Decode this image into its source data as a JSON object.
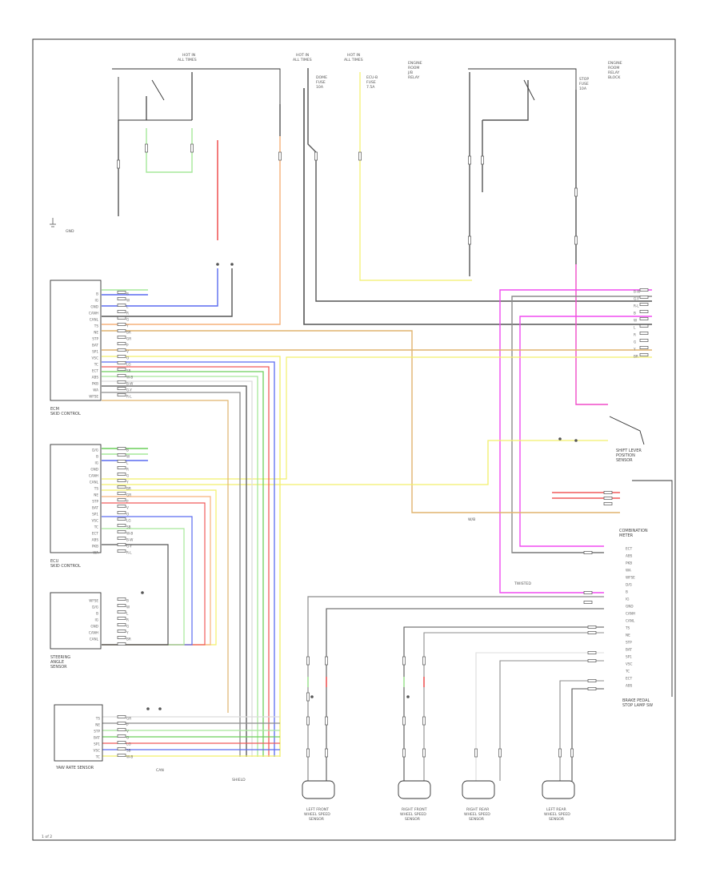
{
  "colors": {
    "black": "#555555",
    "grey": "#8c8c8c",
    "red": "#f05a5a",
    "green": "#6ccf5a",
    "blue": "#5a6cf0",
    "yellow": "#f2ef6a",
    "orange": "#f6b27a",
    "tan": "#e0b46e",
    "pink": "#f04cc8",
    "magenta": "#f04cf0",
    "white": "#dcdcdc",
    "lightgreen": "#a6e89a"
  },
  "icons": [
    "connector-icon",
    "ground-icon",
    "splice-icon",
    "switch-icon",
    "sensor-icon"
  ],
  "hot_labels": [
    {
      "l1": "HOT IN",
      "l2": "ALL TIMES"
    },
    {
      "l1": "HOT IN",
      "l2": "ALL TIMES"
    },
    {
      "l1": "HOT IN",
      "l2": "ALL TIMES"
    }
  ],
  "fuse_labels": [
    {
      "l1": "DOME",
      "l2": "FUSE",
      "l3": "10A"
    },
    {
      "l1": "ECU-B",
      "l2": "FUSE",
      "l3": "7.5A"
    },
    {
      "l1": "STOP",
      "l2": "FUSE",
      "l3": "10A"
    }
  ],
  "relay_labels": [
    {
      "l1": "ENGINE",
      "l2": "ROOM",
      "l3": "J/B",
      "l4": "RELAY"
    },
    {
      "l1": "ENGINE",
      "l2": "ROOM",
      "l3": "RELAY",
      "l4": "BLOCK"
    }
  ],
  "components": [
    {
      "l1": "ECM",
      "l2": "",
      "l3": ""
    },
    {
      "l1": "ECU",
      "l2": "SKID CONTROL",
      "l3": ""
    },
    {
      "l1": "STEERING",
      "l2": "ANGLE",
      "l3": "SENSOR"
    },
    {
      "l1": "YAW RATE SENSOR",
      "l2": "",
      "l3": ""
    },
    {
      "l1": "COMBINATION",
      "l2": "METER",
      "l3": ""
    },
    {
      "l1": "SHIFT LEVER",
      "l2": "POSITION",
      "l3": "SENSOR"
    },
    {
      "l1": "BRAKE PEDAL",
      "l2": "STOP LAMP SW",
      "l3": ""
    }
  ],
  "sensors": [
    {
      "l1": "LEFT FRONT",
      "l2": "WHEEL SPEED",
      "l3": "SENSOR"
    },
    {
      "l1": "RIGHT FRONT",
      "l2": "WHEEL SPEED",
      "l3": "SENSOR"
    },
    {
      "l1": "RIGHT REAR",
      "l2": "WHEEL SPEED",
      "l3": "SENSOR"
    },
    {
      "l1": "LEFT REAR",
      "l2": "WHEEL SPEED",
      "l3": "SENSOR"
    }
  ],
  "notes": [
    "CAN",
    "SHIELD",
    "GND",
    "W/B",
    "TWISTED"
  ],
  "pins_left": [
    "B",
    "IG",
    "GND",
    "CANH",
    "CANL",
    "TS",
    "NE",
    "STP",
    "BAT",
    "SP1",
    "VSC",
    "TC",
    "ECT",
    "ABS",
    "PKB",
    "WA",
    "WFSE",
    "D/G"
  ],
  "wire_codes": [
    "B",
    "W",
    "L",
    "R",
    "G",
    "Y",
    "BR",
    "GR",
    "P",
    "V",
    "O",
    "LG",
    "SB",
    "W-B",
    "B-W",
    "G-Y",
    "R-L"
  ],
  "page_number": "1 of 2"
}
